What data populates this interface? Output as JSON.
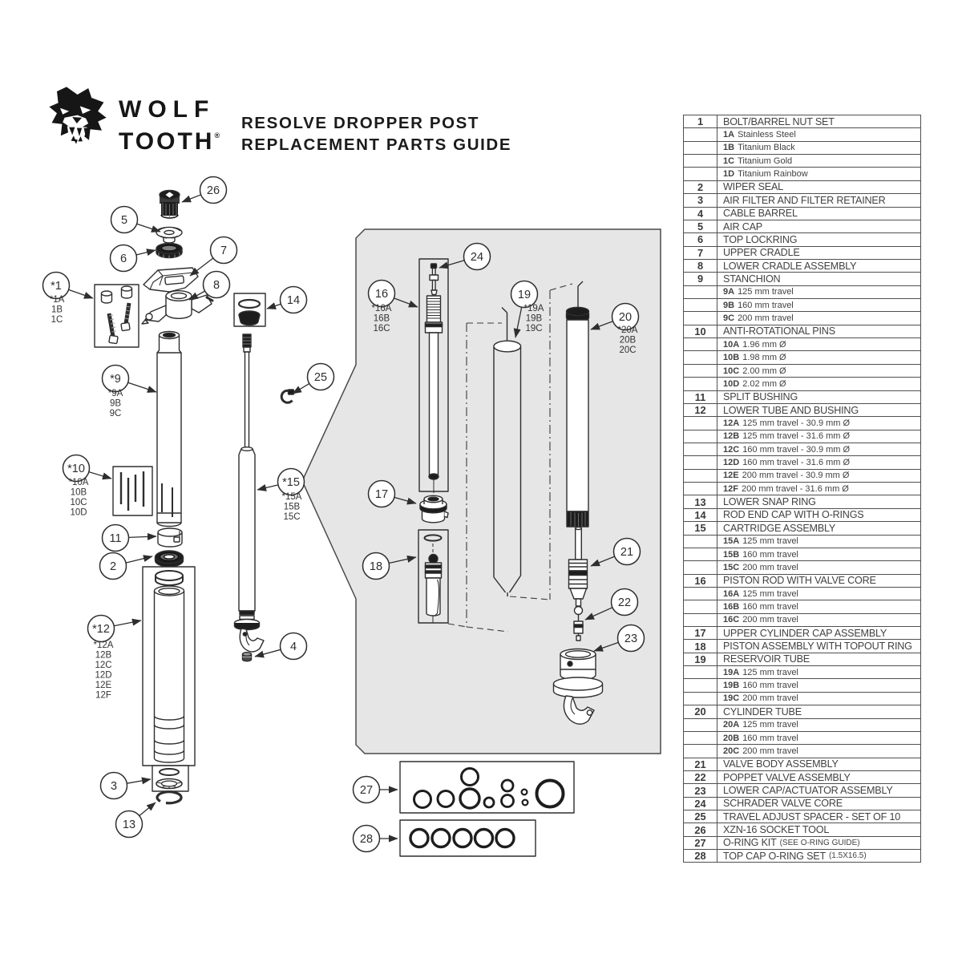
{
  "header": {
    "brand_line1": "WOLF",
    "brand_line2": "TOOTH",
    "registered_mark": "®",
    "title_line1": "RESOLVE DROPPER POST",
    "title_line2": "REPLACEMENT PARTS GUIDE"
  },
  "parts_table": {
    "rows": [
      {
        "n": "1",
        "d": "BOLT/BARREL NUT SET"
      },
      {
        "c": "1A",
        "d": "Stainless Steel"
      },
      {
        "c": "1B",
        "d": "Titanium Black"
      },
      {
        "c": "1C",
        "d": "Titanium Gold"
      },
      {
        "c": "1D",
        "d": "Titanium Rainbow"
      },
      {
        "n": "2",
        "d": "WIPER SEAL"
      },
      {
        "n": "3",
        "d": "AIR FILTER AND FILTER RETAINER"
      },
      {
        "n": "4",
        "d": "CABLE BARREL"
      },
      {
        "n": "5",
        "d": "AIR CAP"
      },
      {
        "n": "6",
        "d": "TOP LOCKRING"
      },
      {
        "n": "7",
        "d": "UPPER CRADLE"
      },
      {
        "n": "8",
        "d": "LOWER CRADLE ASSEMBLY"
      },
      {
        "n": "9",
        "d": "STANCHION"
      },
      {
        "c": "9A",
        "d": "125 mm travel"
      },
      {
        "c": "9B",
        "d": "160 mm travel"
      },
      {
        "c": "9C",
        "d": "200 mm travel"
      },
      {
        "n": "10",
        "d": "ANTI-ROTATIONAL PINS"
      },
      {
        "c": "10A",
        "d": "1.96 mm Ø"
      },
      {
        "c": "10B",
        "d": "1.98 mm Ø"
      },
      {
        "c": "10C",
        "d": "2.00 mm Ø"
      },
      {
        "c": "10D",
        "d": "2.02 mm Ø"
      },
      {
        "n": "11",
        "d": "SPLIT BUSHING"
      },
      {
        "n": "12",
        "d": "LOWER TUBE AND BUSHING"
      },
      {
        "c": "12A",
        "d": "125 mm travel - 30.9 mm Ø"
      },
      {
        "c": "12B",
        "d": "125 mm travel - 31.6 mm Ø"
      },
      {
        "c": "12C",
        "d": "160 mm travel - 30.9 mm Ø"
      },
      {
        "c": "12D",
        "d": "160 mm travel - 31.6 mm Ø"
      },
      {
        "c": "12E",
        "d": "200 mm travel - 30.9 mm Ø"
      },
      {
        "c": "12F",
        "d": "200 mm travel - 31.6 mm Ø"
      },
      {
        "n": "13",
        "d": "LOWER SNAP RING"
      },
      {
        "n": "14",
        "d": "ROD END CAP WITH O-RINGS"
      },
      {
        "n": "15",
        "d": "CARTRIDGE ASSEMBLY"
      },
      {
        "c": "15A",
        "d": "125 mm travel"
      },
      {
        "c": "15B",
        "d": "160 mm travel"
      },
      {
        "c": "15C",
        "d": "200 mm travel"
      },
      {
        "n": "16",
        "d": "PISTON ROD WITH VALVE CORE"
      },
      {
        "c": "16A",
        "d": "125 mm travel"
      },
      {
        "c": "16B",
        "d": "160 mm travel"
      },
      {
        "c": "16C",
        "d": "200 mm travel"
      },
      {
        "n": "17",
        "d": "UPPER CYLINDER CAP ASSEMBLY"
      },
      {
        "n": "18",
        "d": "PISTON ASSEMBLY WITH TOPOUT RING"
      },
      {
        "n": "19",
        "d": "RESERVOIR TUBE"
      },
      {
        "c": "19A",
        "d": "125 mm travel"
      },
      {
        "c": "19B",
        "d": "160 mm travel"
      },
      {
        "c": "19C",
        "d": "200 mm travel"
      },
      {
        "n": "20",
        "d": "CYLINDER TUBE"
      },
      {
        "c": "20A",
        "d": "125 mm travel"
      },
      {
        "c": "20B",
        "d": "160 mm travel"
      },
      {
        "c": "20C",
        "d": "200 mm travel"
      },
      {
        "n": "21",
        "d": "VALVE BODY ASSEMBLY"
      },
      {
        "n": "22",
        "d": "POPPET VALVE ASSEMBLY"
      },
      {
        "n": "23",
        "d": "LOWER CAP/ACTUATOR ASSEMBLY"
      },
      {
        "n": "24",
        "d": "SCHRADER VALVE CORE"
      },
      {
        "n": "25",
        "d": "TRAVEL ADJUST SPACER - SET OF 10"
      },
      {
        "n": "26",
        "d": "XZN-16 SOCKET TOOL"
      },
      {
        "n": "27",
        "d": "O-RING KIT",
        "s": "(SEE O-RING GUIDE)"
      },
      {
        "n": "28",
        "d": "TOP CAP O-RING SET",
        "s": "(1.5X16.5)"
      }
    ]
  },
  "diagram": {
    "callouts": [
      {
        "label": "26"
      },
      {
        "label": "5"
      },
      {
        "label": "6"
      },
      {
        "label": "7"
      },
      {
        "label": "8"
      },
      {
        "label": "*1",
        "sublabels": [
          "*1A",
          "1B",
          "1C"
        ]
      },
      {
        "label": "14"
      },
      {
        "label": "*9",
        "sublabels": [
          "*9A",
          "9B",
          "9C"
        ]
      },
      {
        "label": "*10",
        "sublabels": [
          "*10A",
          "10B",
          "10C",
          "10D"
        ]
      },
      {
        "label": "11"
      },
      {
        "label": "2"
      },
      {
        "label": "*12",
        "sublabels": [
          "*12A",
          "12B",
          "12C",
          "12D",
          "12E",
          "12F"
        ]
      },
      {
        "label": "3"
      },
      {
        "label": "13"
      },
      {
        "label": "*15",
        "sublabels": [
          "*15A",
          "15B",
          "15C"
        ]
      },
      {
        "label": "25"
      },
      {
        "label": "4"
      },
      {
        "label": "24"
      },
      {
        "label": "16",
        "sublabels": [
          "*16A",
          "16B",
          "16C"
        ]
      },
      {
        "label": "19",
        "sublabels": [
          "*19A",
          "19B",
          "19C"
        ]
      },
      {
        "label": "20",
        "sublabels": [
          "*20A",
          "20B",
          "20C"
        ]
      },
      {
        "label": "17"
      },
      {
        "label": "18"
      },
      {
        "label": "21"
      },
      {
        "label": "22"
      },
      {
        "label": "23"
      },
      {
        "label": "27"
      },
      {
        "label": "28"
      }
    ]
  },
  "colors": {
    "line": "#2e2e2e",
    "text": "#414141",
    "dark_fill": "#1d1d1d",
    "panel_fill": "#e6e6e6",
    "table_border": "#4f4f4f",
    "background": "#ffffff"
  }
}
